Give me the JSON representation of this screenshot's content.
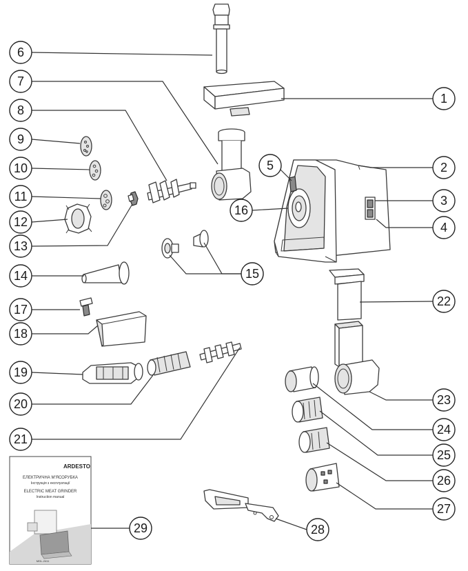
{
  "callouts": [
    {
      "id": "1",
      "label": "1"
    },
    {
      "id": "2",
      "label": "2"
    },
    {
      "id": "3",
      "label": "3"
    },
    {
      "id": "4",
      "label": "4"
    },
    {
      "id": "5",
      "label": "5"
    },
    {
      "id": "6",
      "label": "6"
    },
    {
      "id": "7",
      "label": "7"
    },
    {
      "id": "8",
      "label": "8"
    },
    {
      "id": "9",
      "label": "9"
    },
    {
      "id": "10",
      "label": "10"
    },
    {
      "id": "11",
      "label": "11"
    },
    {
      "id": "12",
      "label": "12"
    },
    {
      "id": "13",
      "label": "13"
    },
    {
      "id": "14",
      "label": "14"
    },
    {
      "id": "15",
      "label": "15"
    },
    {
      "id": "16",
      "label": "16"
    },
    {
      "id": "17",
      "label": "17"
    },
    {
      "id": "18",
      "label": "18"
    },
    {
      "id": "19",
      "label": "19"
    },
    {
      "id": "20",
      "label": "20"
    },
    {
      "id": "21",
      "label": "21"
    },
    {
      "id": "22",
      "label": "22"
    },
    {
      "id": "23",
      "label": "23"
    },
    {
      "id": "24",
      "label": "24"
    },
    {
      "id": "25",
      "label": "25"
    },
    {
      "id": "26",
      "label": "26"
    },
    {
      "id": "27",
      "label": "27"
    },
    {
      "id": "28",
      "label": "28"
    },
    {
      "id": "29",
      "label": "29"
    }
  ],
  "manual_cover": {
    "brand": "ARDESTO",
    "title_ua": "ЕЛЕКТРИЧНА М'ЯСОРУБКА",
    "subtitle_ua": "Інструкція з експлуатації",
    "title_en": "ELECTRIC MEAT GRINDER",
    "subtitle_en": "Instruction manual",
    "model": "MGL-2411"
  }
}
